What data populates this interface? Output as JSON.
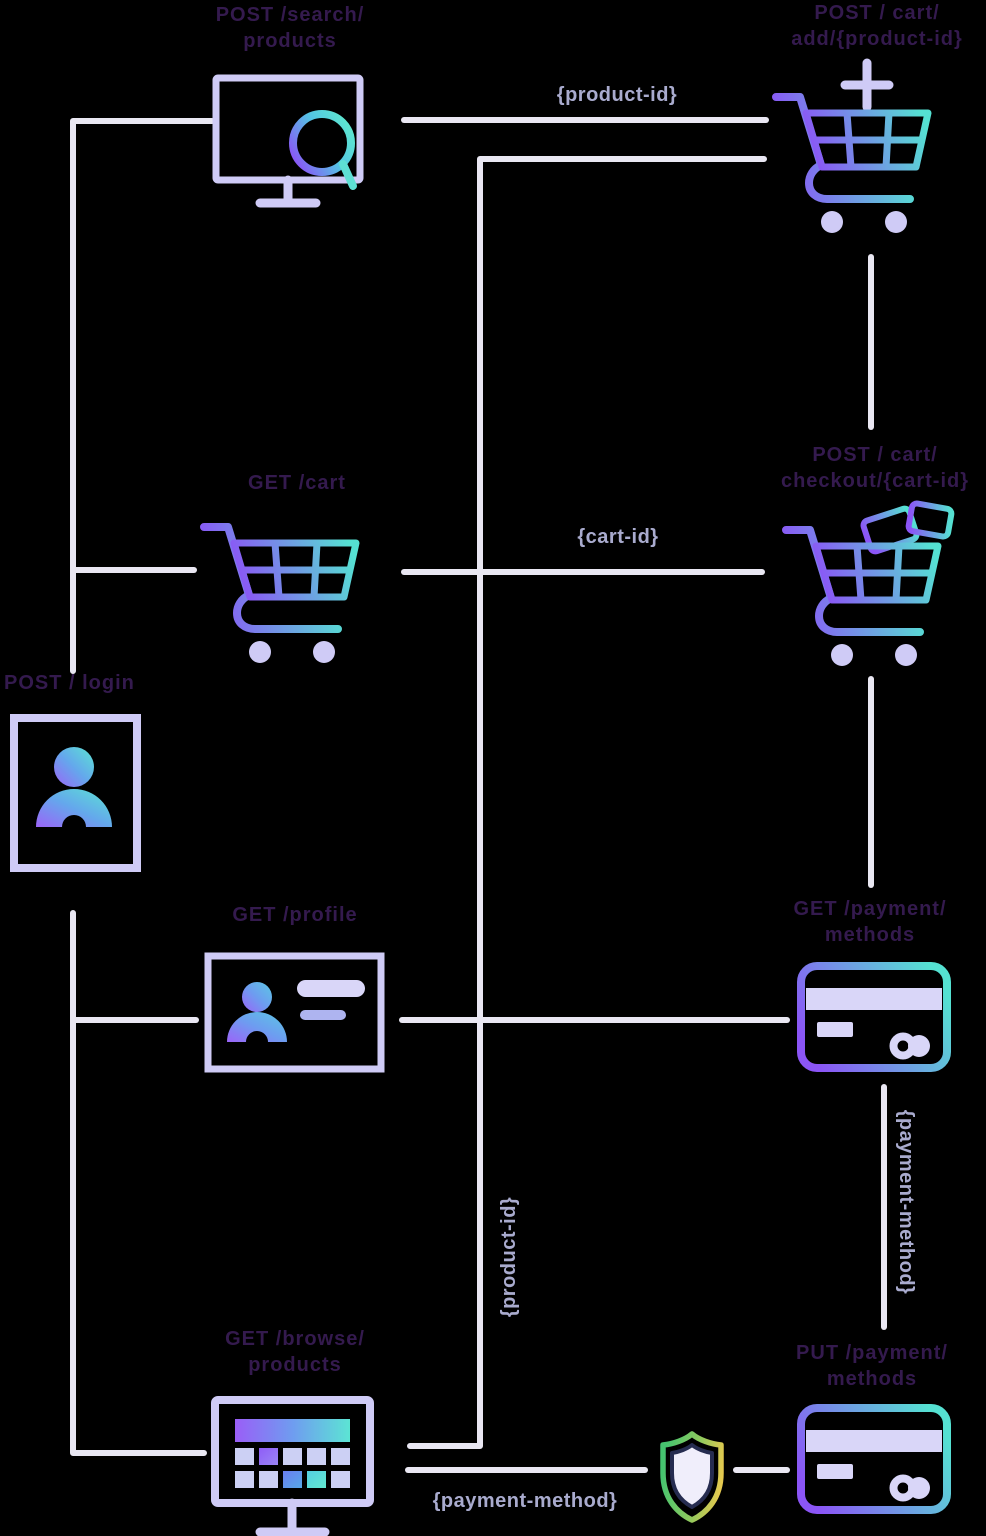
{
  "nodes": {
    "search": {
      "line1": "POST /search/",
      "line2": "products"
    },
    "cart_add": {
      "line1": "POST / cart/",
      "line2": "add/{product-id}"
    },
    "get_cart": {
      "line1": "GET /cart"
    },
    "checkout": {
      "line1": "POST / cart/",
      "line2": "checkout/{cart-id}"
    },
    "login": {
      "line1": "POST / login"
    },
    "profile": {
      "line1": "GET /profile"
    },
    "get_payment": {
      "line1": "GET /payment/",
      "line2": "methods"
    },
    "browse": {
      "line1": "GET /browse/",
      "line2": "products"
    },
    "put_payment": {
      "line1": "PUT /payment/",
      "line2": "methods"
    }
  },
  "edge_labels": {
    "product_id_top": "{product-id}",
    "cart_id": "{cart-id}",
    "product_id_vertical": "{product-id}",
    "payment_method_vertical": "{payment-method}",
    "payment_method_bottom": "{payment-method}"
  },
  "colors": {
    "background": "#000000",
    "label_dark": "#341a4e",
    "label_light": "#a9abce",
    "connector_line": "#e9e7f2",
    "icon_lavender": "#cfcbf6",
    "icon_lavender_fill": "#d9d6f8",
    "gradient_purple": "#8b55f6",
    "gradient_blue": "#5fa9ea",
    "gradient_teal": "#55e1d2",
    "shield_green": "#46c46f",
    "shield_yellow": "#e5c94f",
    "shield_navy": "#262c50"
  }
}
